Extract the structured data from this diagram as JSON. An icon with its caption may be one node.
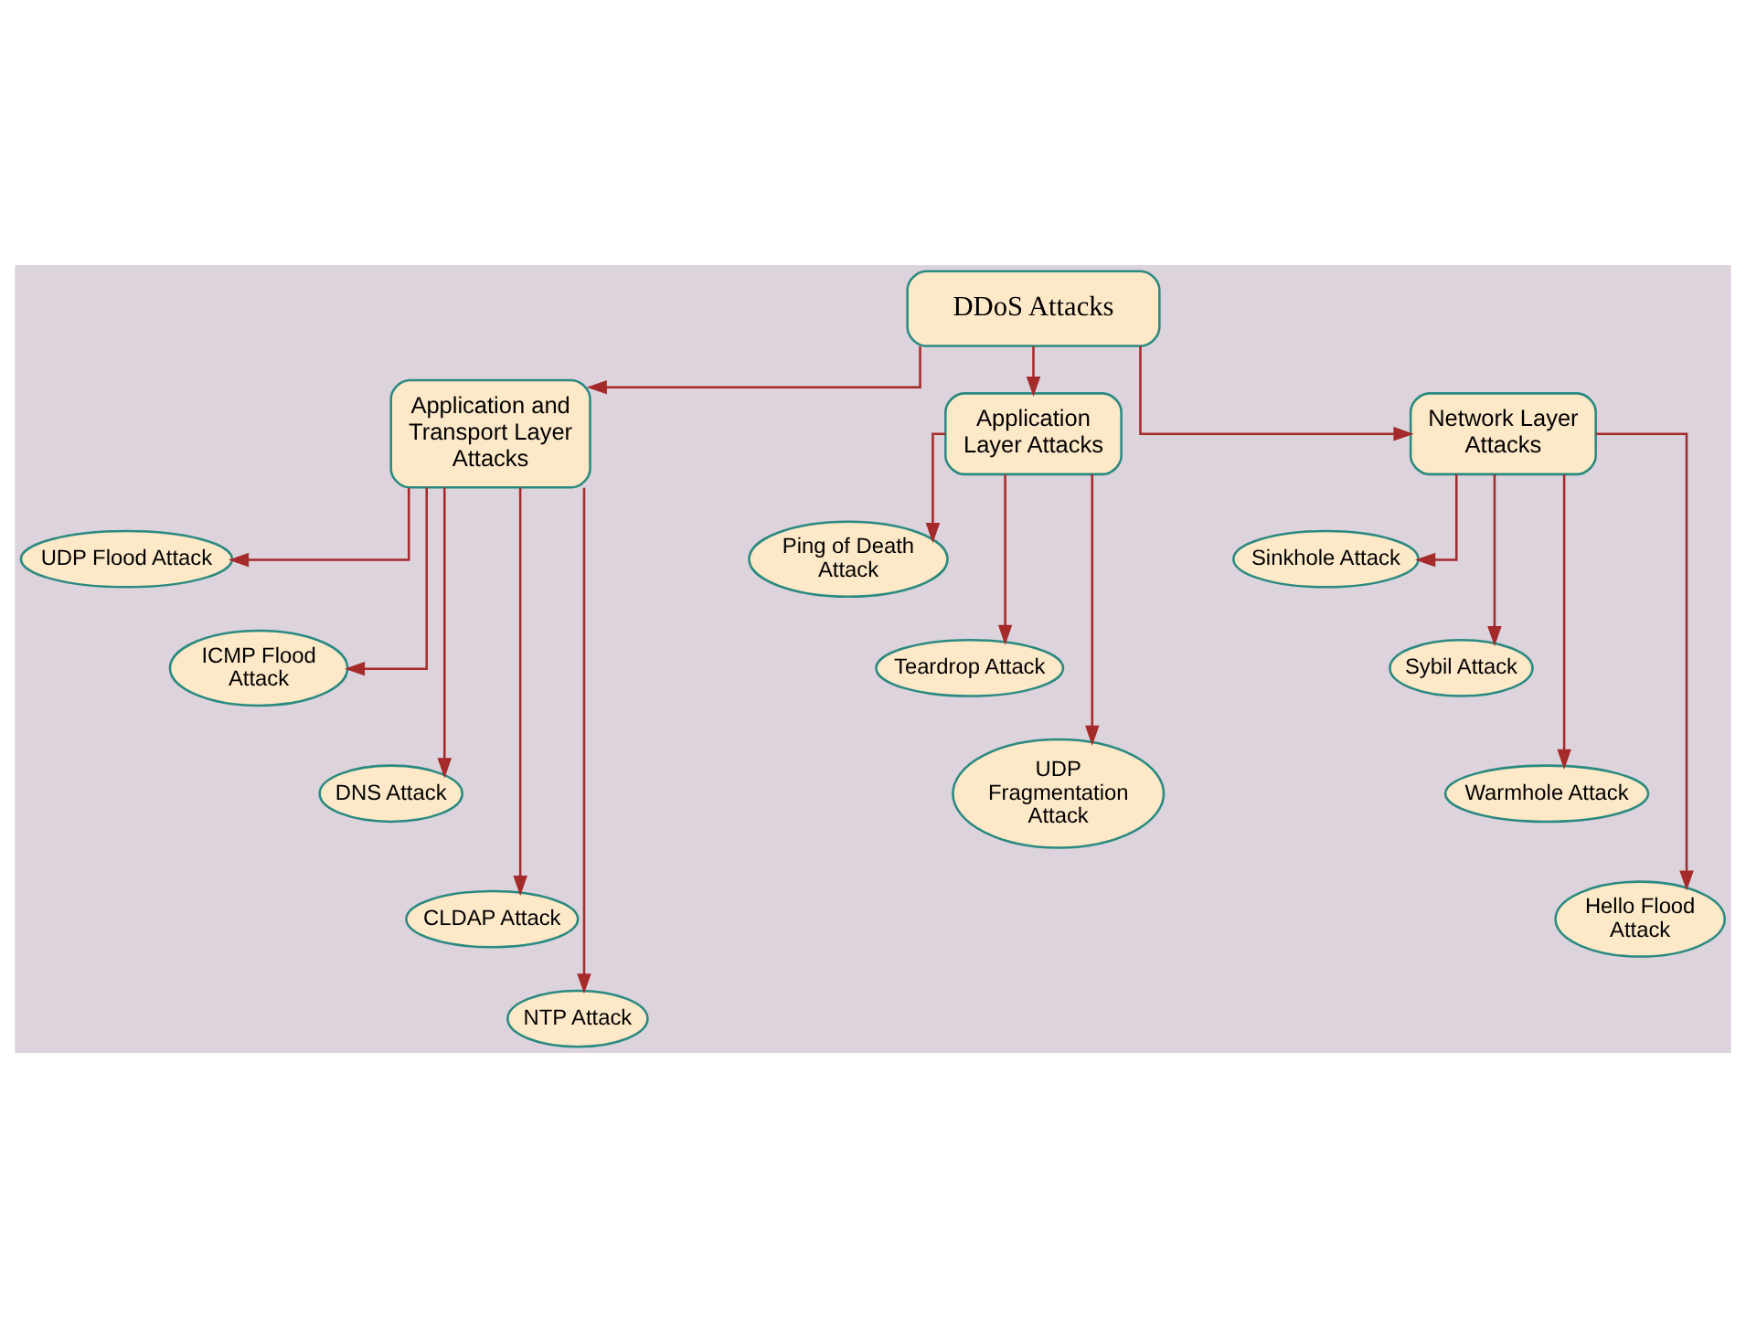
{
  "diagram": {
    "nodes": [
      {
        "text": [
          "DDoS Attacks"
        ]
      },
      {
        "text": [
          "Application and Transport Layer Attacks"
        ]
      },
      {
        "text": [
          "Application Layer Attacks"
        ]
      },
      {
        "text": [
          "Network Layer Attacks"
        ]
      },
      {
        "text": [
          "UDP Flood Attack"
        ]
      },
      {
        "text": [
          "ICMP Flood Attack"
        ]
      },
      {
        "text": [
          "DNS Attack"
        ]
      },
      {
        "text": [
          "CLDAP Attack"
        ]
      },
      {
        "text": [
          "NTP Attack"
        ]
      },
      {
        "text": [
          "Ping of Death Attack"
        ]
      },
      {
        "text": [
          "Teardrop Attack"
        ]
      },
      {
        "text": [
          "UDP Fragmentation Attack"
        ]
      },
      {
        "text": [
          "Sinkhole Attack"
        ]
      },
      {
        "text": [
          "Sybil Attack"
        ]
      },
      {
        "text": [
          "Warmhole Attack"
        ]
      },
      {
        "text": [
          "Hello Flood Attack"
        ]
      }
    ],
    "edges": [
      {
        "from": 0,
        "to": 1,
        "arrow": "to"
      },
      {
        "from": 0,
        "to": 2,
        "arrow": "to"
      },
      {
        "from": 0,
        "to": 3,
        "arrow": "to"
      },
      {
        "from": 1,
        "to": 4,
        "arrow": "to"
      },
      {
        "from": 1,
        "to": 5,
        "arrow": "to"
      },
      {
        "from": 1,
        "to": 6,
        "arrow": "to"
      },
      {
        "from": 1,
        "to": 7,
        "arrow": "to"
      },
      {
        "from": 1,
        "to": 8,
        "arrow": "to"
      },
      {
        "from": 2,
        "to": 9,
        "arrow": "to"
      },
      {
        "from": 2,
        "to": 10,
        "arrow": "to"
      },
      {
        "from": 2,
        "to": 11,
        "arrow": "to"
      },
      {
        "from": 3,
        "to": 12,
        "arrow": "to"
      },
      {
        "from": 3,
        "to": 13,
        "arrow": "to"
      },
      {
        "from": 3,
        "to": 14,
        "arrow": "to"
      },
      {
        "from": 3,
        "to": 15,
        "arrow": "to"
      }
    ]
  }
}
